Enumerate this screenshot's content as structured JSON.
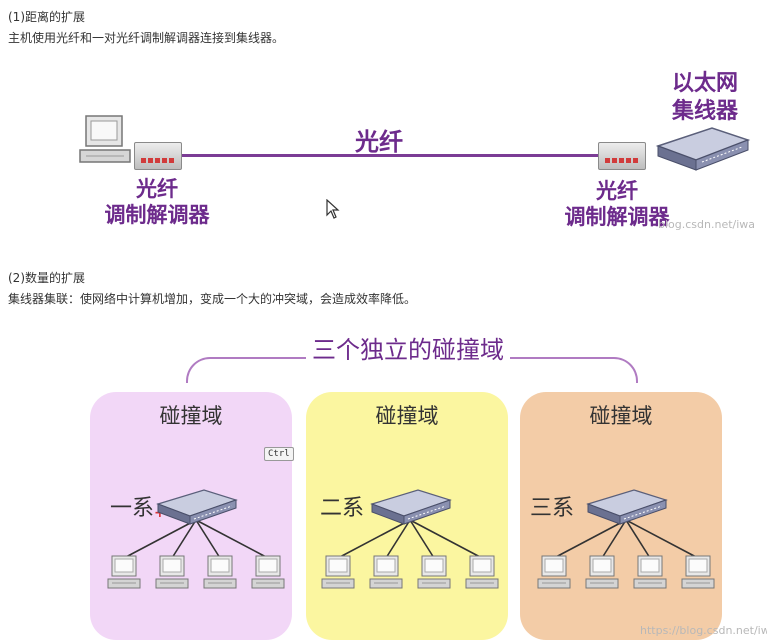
{
  "section1": {
    "heading": "(1)距离的扩展",
    "description": "主机使用光纤和一对光纤调制解调器连接到集线器。",
    "fiber_label": "光纤",
    "left_modem_label_line1": "光纤",
    "left_modem_label_line2": "调制解调器",
    "right_modem_label_line1": "光纤",
    "right_modem_label_line2": "调制解调器",
    "hub_label_line1": "以太网",
    "hub_label_line2": "集线器",
    "watermark": "blog.csdn.net/iwa"
  },
  "section2": {
    "heading": "(2)数量的扩展",
    "description": "集线器集联：使网络中计算机增加，变成一个大的冲突域，会造成效率降低。",
    "collision_title": "三个独立的碰撞域",
    "domains": [
      {
        "title": "碰撞域",
        "dept": "一系",
        "color": "#f2d7f7"
      },
      {
        "title": "碰撞域",
        "dept": "二系",
        "color": "#fbf6a0"
      },
      {
        "title": "碰撞域",
        "dept": "三系",
        "color": "#f3cca7"
      }
    ],
    "ctrl_badge": "Ctrl",
    "watermark": "https://blog.csdn.net/iwa"
  },
  "icons": [
    "computer-icon",
    "modem-icon",
    "hub-icon",
    "mouse-cursor-icon"
  ]
}
